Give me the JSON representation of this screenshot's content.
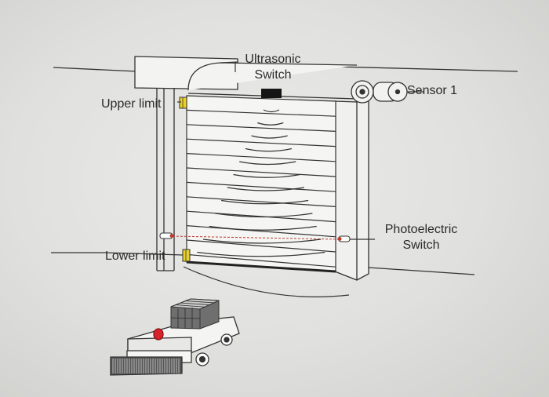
{
  "labels": {
    "ultrasonic_switch": [
      "Ultrasonic",
      "Switch"
    ],
    "sensor_1": "Sensor 1",
    "upper_limit": "Upper limit",
    "lower_limit": "Lower limit",
    "photoelectric_switch": [
      "Photoelectric",
      "Switch"
    ]
  },
  "colors": {
    "line": "#333333",
    "limit_switch": "#e8d22a",
    "beam": "#c0392b",
    "beacon": "#d9232a",
    "sensor_body": "#1a1a1a"
  },
  "icons": {
    "sensor": "motor-sensor-icon",
    "vehicle": "forklift-icon",
    "cargo": "crates-icon"
  }
}
